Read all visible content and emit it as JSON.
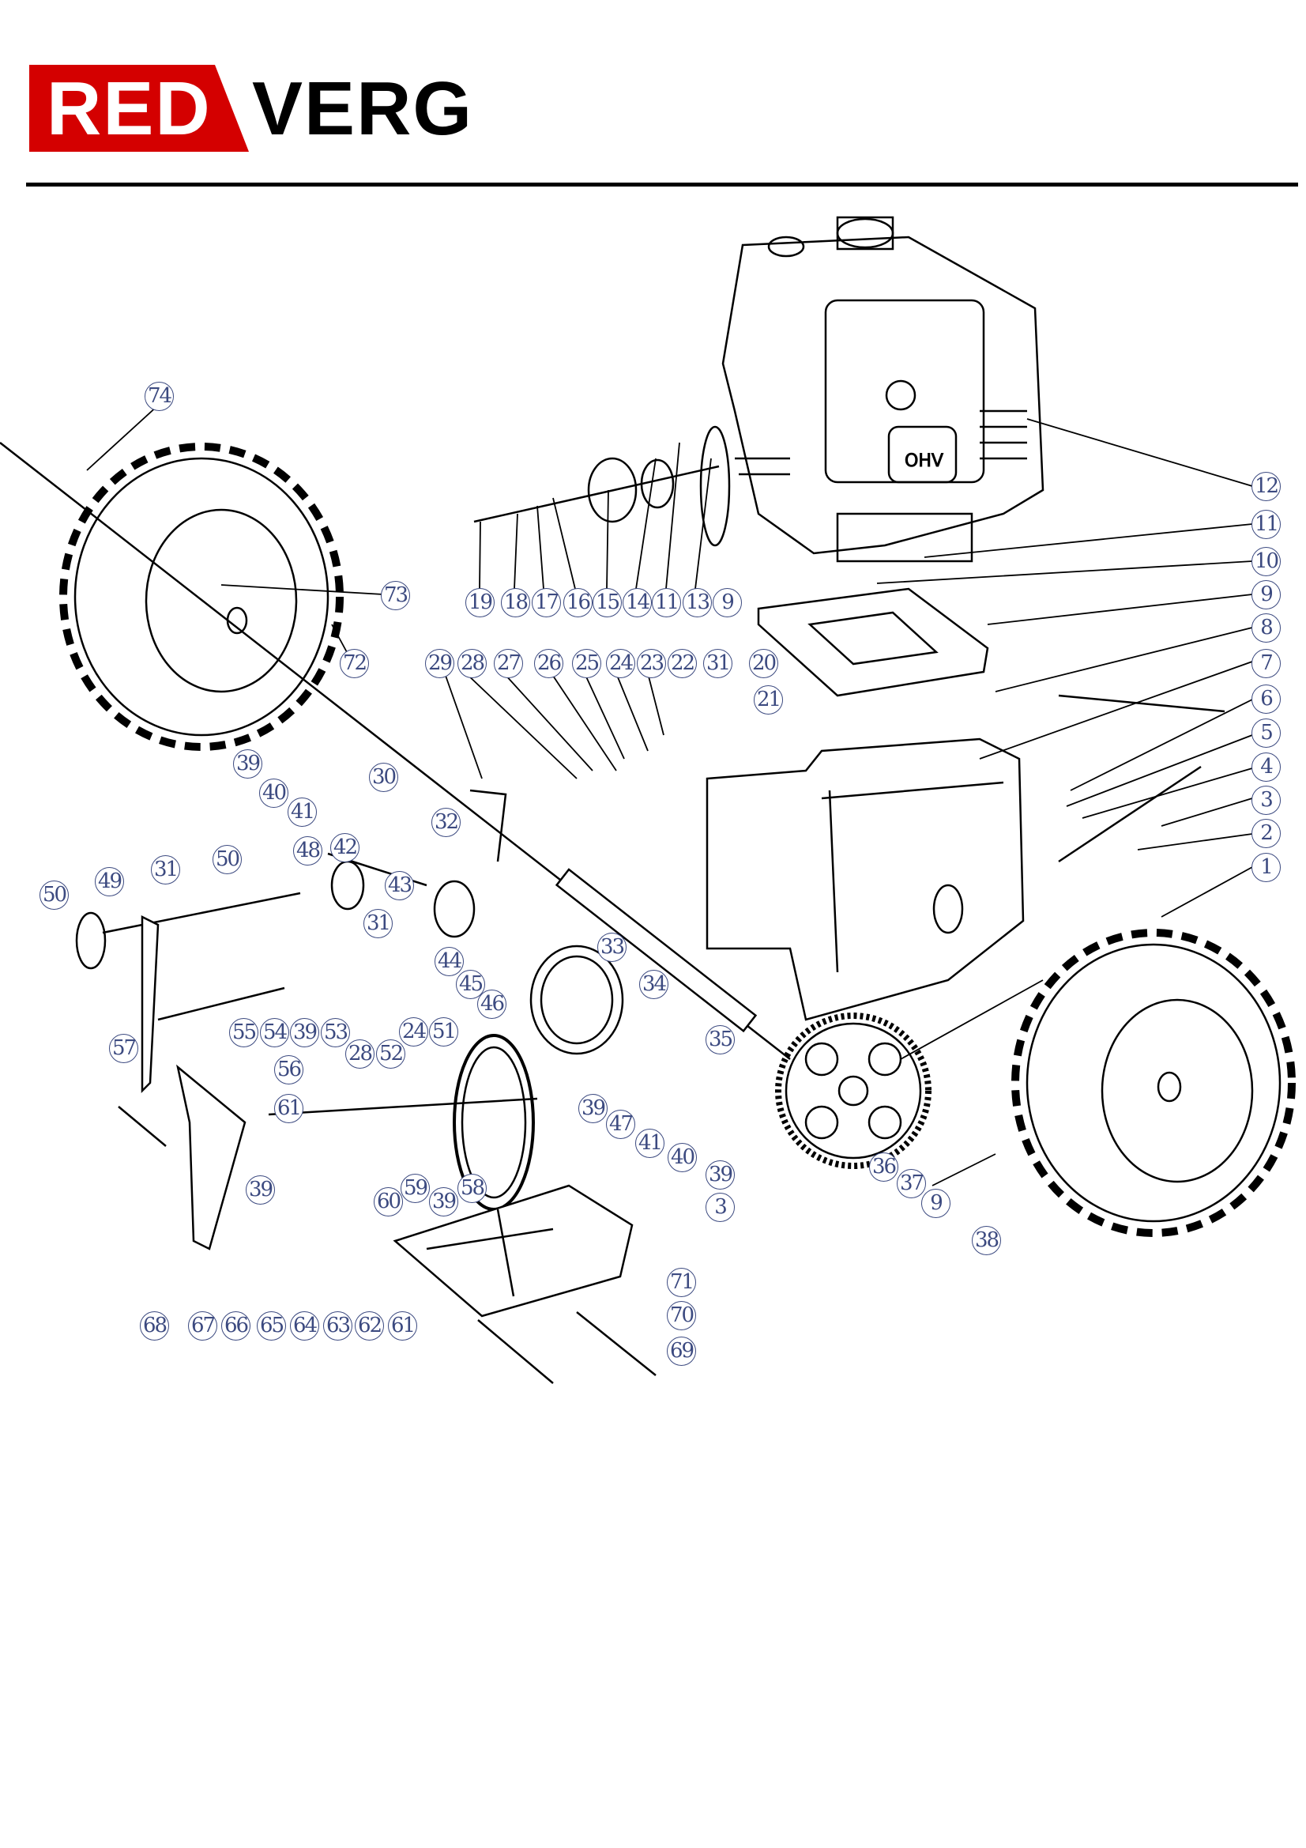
{
  "brand": {
    "part1": "RED",
    "part2": "VERG",
    "accent": "#d40000"
  },
  "engine_badge": "OHV",
  "callout_color": "#3c4a80",
  "callouts": [
    "19",
    "18",
    "17",
    "16",
    "15",
    "14",
    "11",
    "13",
    "9",
    "12",
    "11",
    "10",
    "9",
    "8",
    "7",
    "6",
    "5",
    "4",
    "3",
    "2",
    "1",
    "74",
    "73",
    "72",
    "29",
    "28",
    "27",
    "26",
    "25",
    "24",
    "23",
    "22",
    "31",
    "20",
    "21",
    "39",
    "40",
    "41",
    "30",
    "32",
    "42",
    "48",
    "43",
    "31",
    "50",
    "31",
    "49",
    "50",
    "33",
    "34",
    "44",
    "45",
    "46",
    "35",
    "55",
    "54",
    "39",
    "53",
    "28",
    "52",
    "24",
    "51",
    "57",
    "56",
    "61",
    "39",
    "47",
    "41",
    "40",
    "39",
    "3",
    "36",
    "37",
    "9",
    "38",
    "60",
    "59",
    "39",
    "58",
    "39",
    "68",
    "67",
    "66",
    "65",
    "64",
    "63",
    "62",
    "61",
    "71",
    "70",
    "69"
  ]
}
